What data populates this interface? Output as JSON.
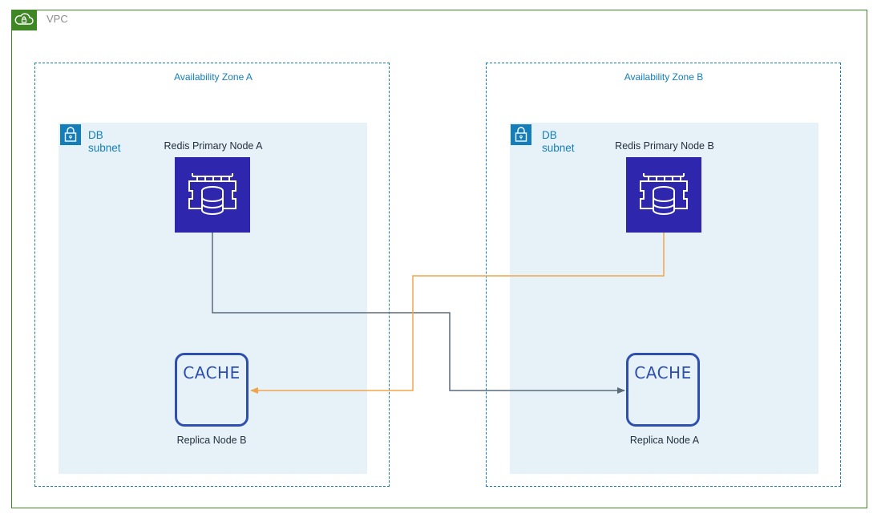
{
  "vpc": {
    "label": "VPC",
    "icon": "cloud-lock-icon",
    "border_color": "#3f8624"
  },
  "zones": [
    {
      "label": "Availability Zone A",
      "subnet_label": "DB subnet",
      "primary_label": "Redis Primary Node A",
      "replica_label": "Replica Node B"
    },
    {
      "label": "Availability Zone B",
      "subnet_label": "DB subnet",
      "primary_label": "Redis Primary Node B",
      "replica_label": "Replica Node A"
    }
  ],
  "cache_text": "CACHE",
  "colors": {
    "zone_border": "#147eba",
    "subnet_fill": "#e6f2f8",
    "elasticache": "#2e27ad",
    "cache_border": "#2e4fae",
    "link_a_to_replica": "#5a6b7a",
    "link_b_to_replica": "#f0a54a"
  },
  "connections": [
    {
      "from": "Redis Primary Node A",
      "to": "Replica Node A",
      "color": "#5a6b7a"
    },
    {
      "from": "Redis Primary Node B",
      "to": "Replica Node B",
      "color": "#f0a54a"
    }
  ]
}
